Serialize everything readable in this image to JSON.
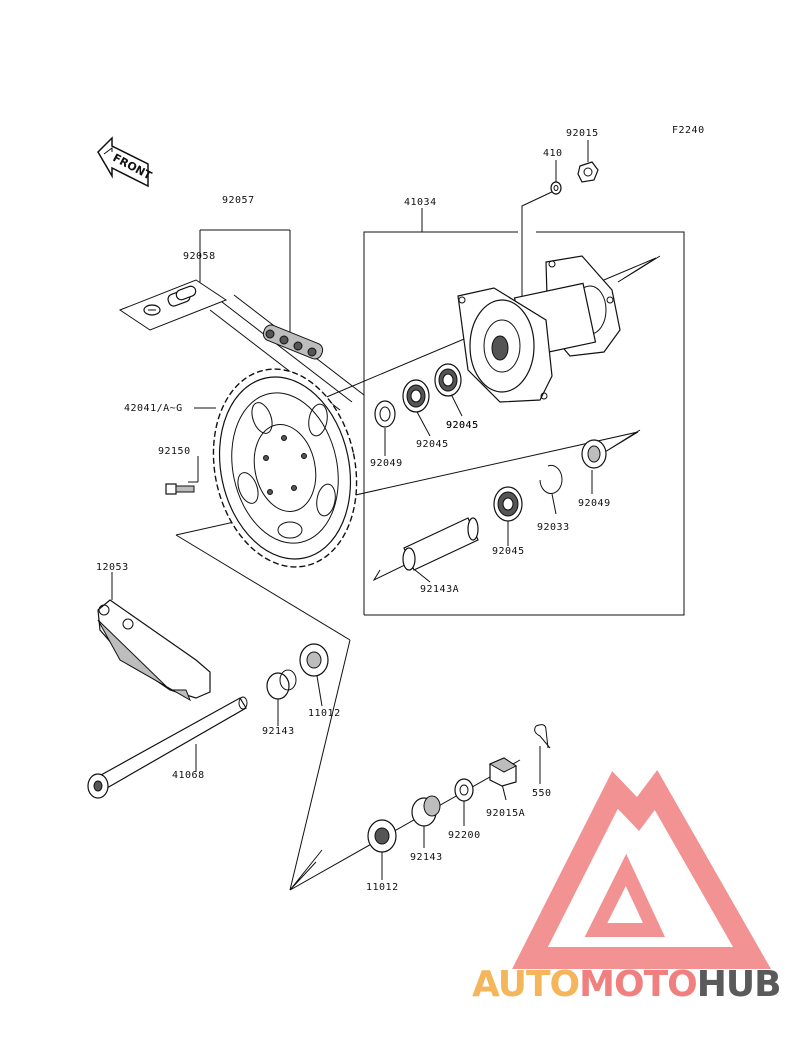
{
  "figure_code": "F2240",
  "front_label": "FRONT",
  "watermark": {
    "part1": "AUTO",
    "part2": "MOTO",
    "part3": "HUB",
    "color_orange": "#f5b55a",
    "color_red": "#f07f7f",
    "color_gray": "#5a5a5a"
  },
  "part_labels": [
    "92015",
    "410",
    "41034",
    "92057",
    "92058",
    "42041/A~G",
    "92150",
    "92049",
    "92045",
    "92045",
    "92045",
    "92049",
    "92033",
    "92045",
    "92143A",
    "12053",
    "11012",
    "92143",
    "41068",
    "550",
    "92015A",
    "92200",
    "92143",
    "11012"
  ]
}
